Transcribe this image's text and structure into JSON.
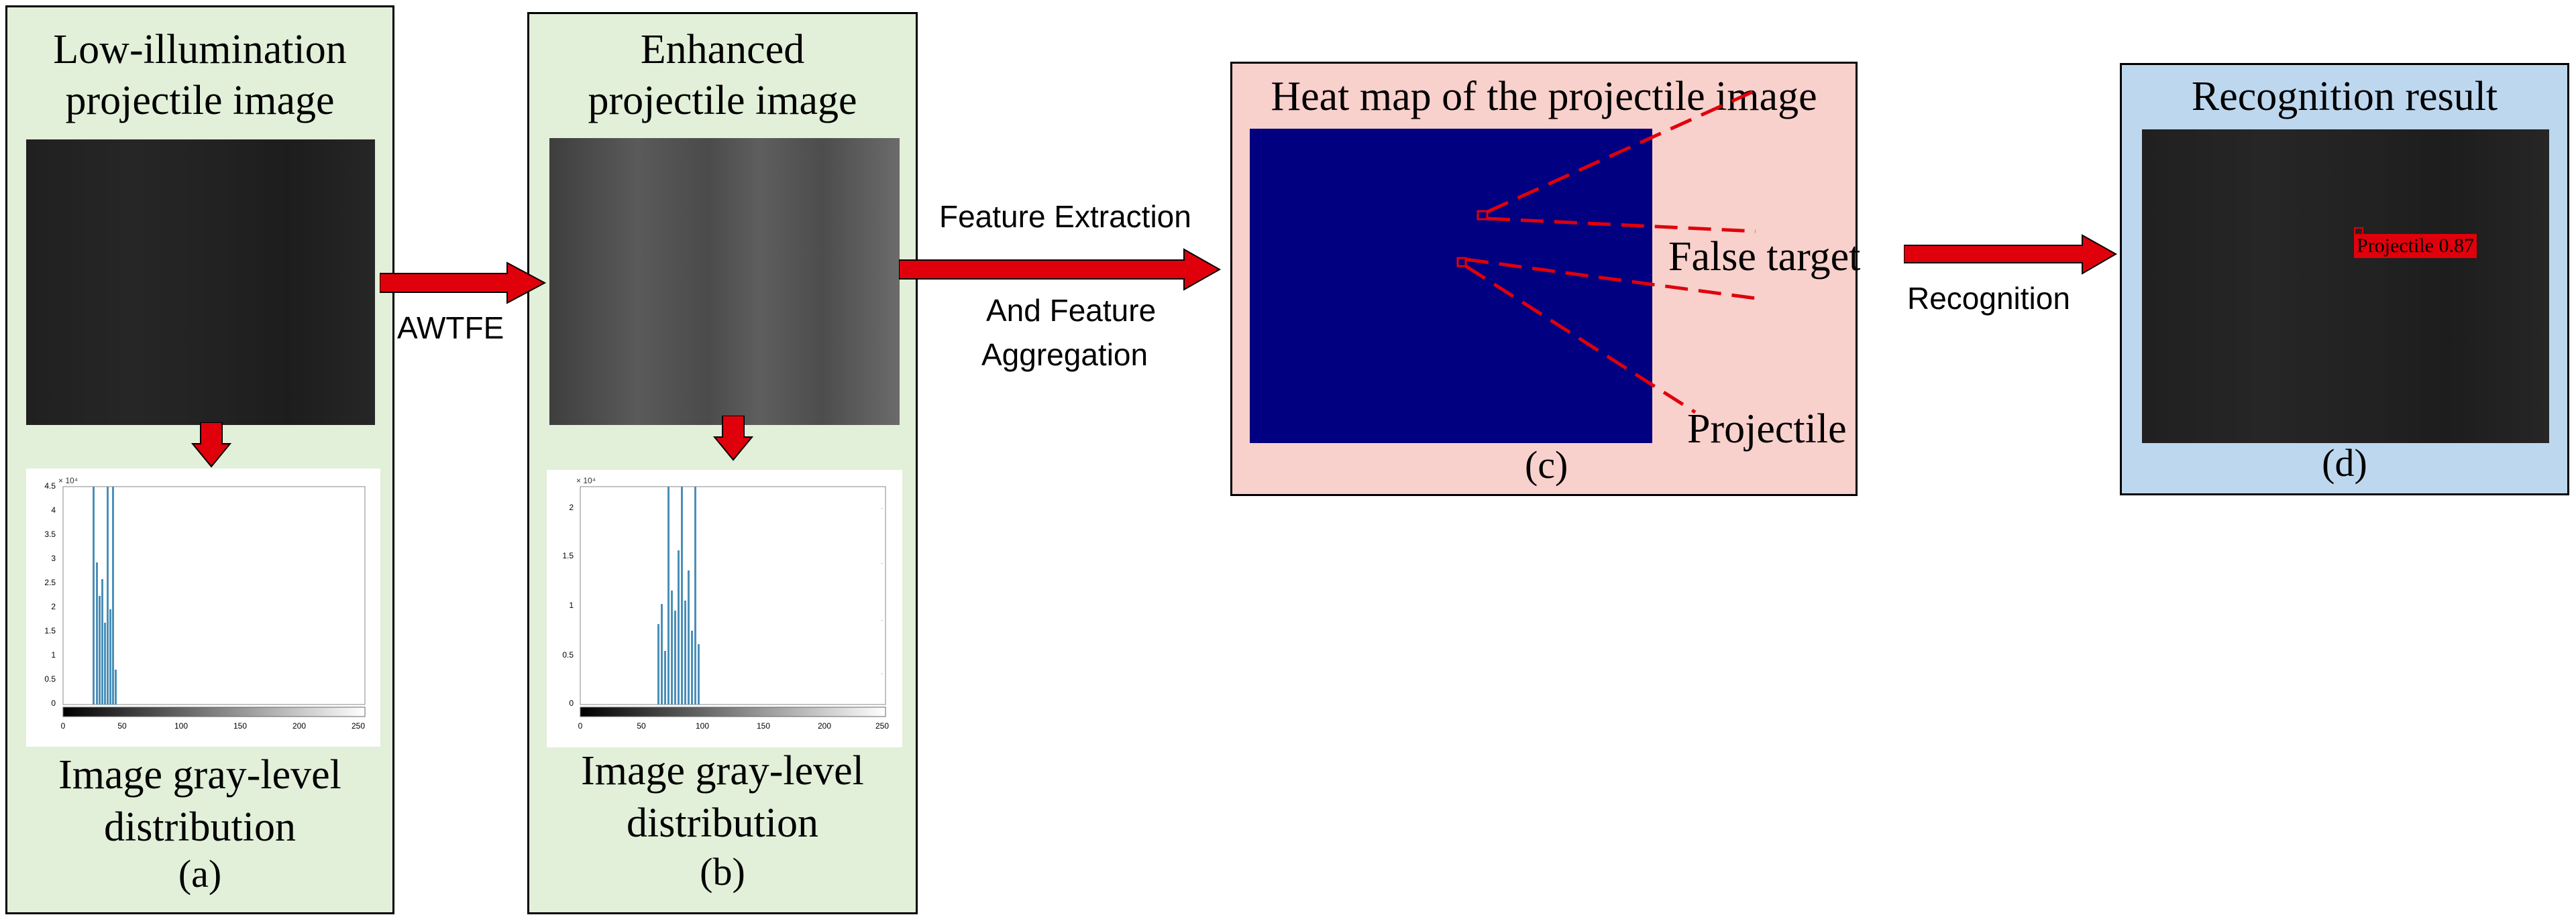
{
  "panel_a": {
    "title_line1": "Low-illumination",
    "title_line2": "projectile image",
    "caption_line1": "Image gray-level",
    "caption_line2": "distribution",
    "label": "(a)",
    "hist_exponent": "× 10⁴",
    "y_ticks": [
      "4.5",
      "4",
      "3.5",
      "3",
      "2.5",
      "2",
      "1.5",
      "1",
      "0.5",
      "0"
    ],
    "x_ticks": [
      "0",
      "50",
      "100",
      "150",
      "200",
      "250"
    ]
  },
  "panel_b": {
    "title_line1": "Enhanced",
    "title_line2": "projectile image",
    "caption_line1": "Image gray-level",
    "caption_line2": "distribution",
    "label": "(b)",
    "hist_exponent": "× 10⁴",
    "y_ticks": [
      "2",
      "1.5",
      "1",
      "0.5",
      "0"
    ],
    "x_ticks": [
      "0",
      "50",
      "100",
      "150",
      "200",
      "250"
    ]
  },
  "panel_c": {
    "title": "Heat map of the projectile image",
    "false_target": "False target",
    "projectile": "Projectile",
    "label": "(c)"
  },
  "panel_d": {
    "title": "Recognition result",
    "detection": "Projectile 0.87",
    "label": "(d)"
  },
  "arrows": {
    "awtfe": "AWTFE",
    "feature_line1": "Feature Extraction",
    "feature_line2": "And Feature",
    "feature_line3": "Aggregation",
    "recognition": "Recognition"
  },
  "colors": {
    "panel_green": "#e2efd9",
    "panel_pink": "#f8d0cc",
    "panel_blue": "#bdd7ee",
    "arrow_red": "#e0000b",
    "heatmap_navy": "#000080",
    "hist_bar": "#4a90b8"
  }
}
